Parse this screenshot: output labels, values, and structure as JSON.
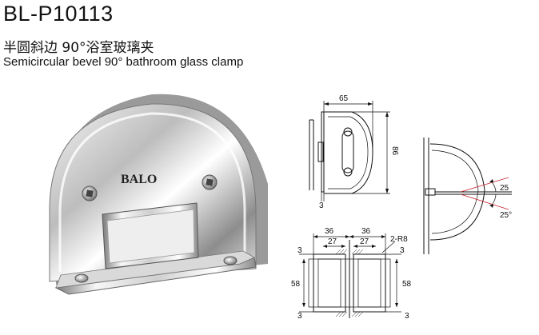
{
  "header": {
    "model": "BL-P10113",
    "title_cn": "半圆斜边 90°浴室玻璃夹",
    "title_en": "Semicircular bevel 90° bathroom glass clamp"
  },
  "product": {
    "brand": "BALO"
  },
  "drawings": {
    "front": {
      "width": "65",
      "height": "86",
      "bottom": "3"
    },
    "side": {
      "angle_top": "25",
      "angle_bottom": "25°"
    },
    "bottom": {
      "top_left": "36",
      "top_right": "36",
      "inner_left": "27",
      "inner_right": "27",
      "radius": "2-R8",
      "left_height": "58",
      "right_height": "58",
      "edge_tl": "3",
      "edge_bl": "3",
      "edge_tr": "3",
      "edge_br": "3"
    }
  }
}
